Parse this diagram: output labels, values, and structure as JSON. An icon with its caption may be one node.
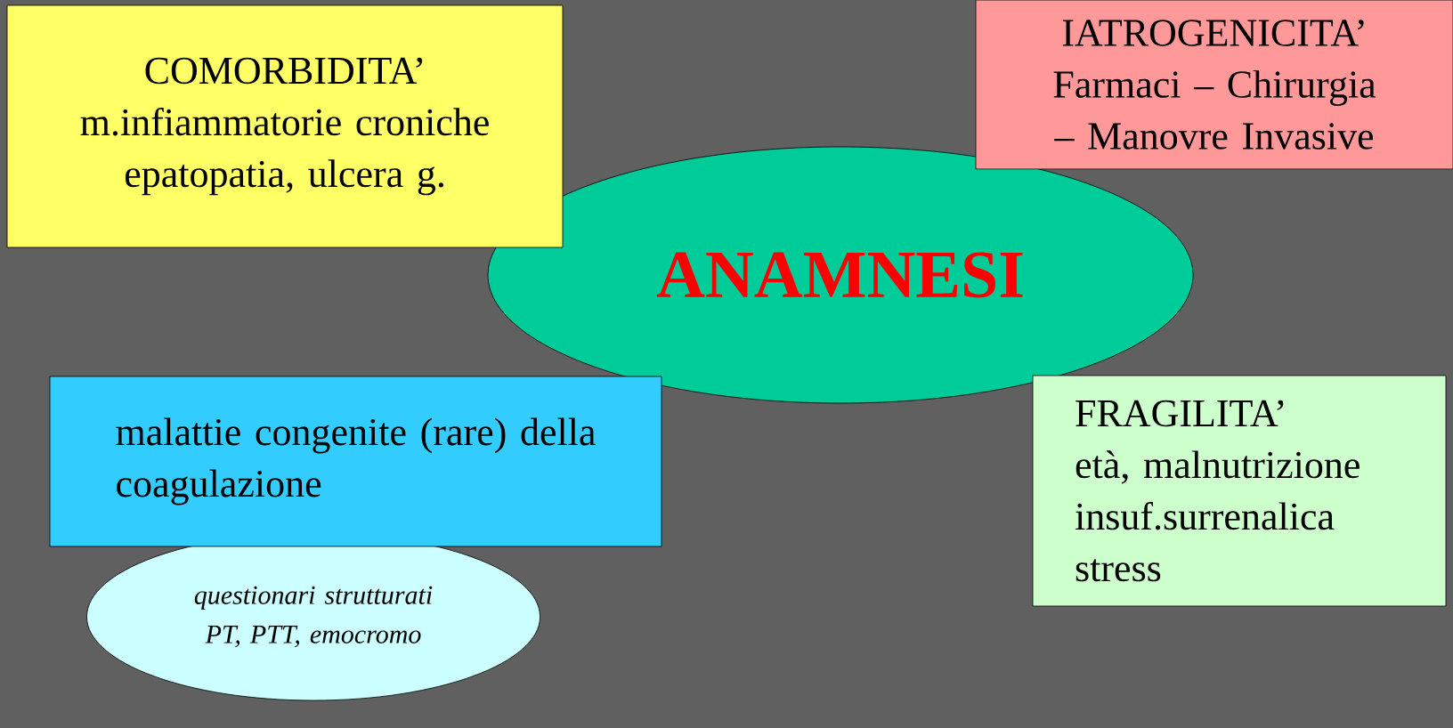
{
  "diagram": {
    "nodes": [
      {
        "text": [
          "COMORBIDITA’",
          "m.infiammatorie croniche epatopatia, ulcera g."
        ]
      },
      {
        "text": [
          "IATROGENICITA’",
          "Farmaci – Chirurgia – Manovre Invasive"
        ]
      },
      {
        "text": [
          "ANAMNESI"
        ]
      },
      {
        "text": [
          "malattie congenite (rare) della coagulazione"
        ]
      },
      {
        "text": [
          "questionari  strutturati",
          "PT, PTT, emocromo"
        ]
      },
      {
        "text": [
          "FRAGILITA’",
          "età, malnutrizione insuf.surrenalica stress"
        ]
      }
    ]
  }
}
